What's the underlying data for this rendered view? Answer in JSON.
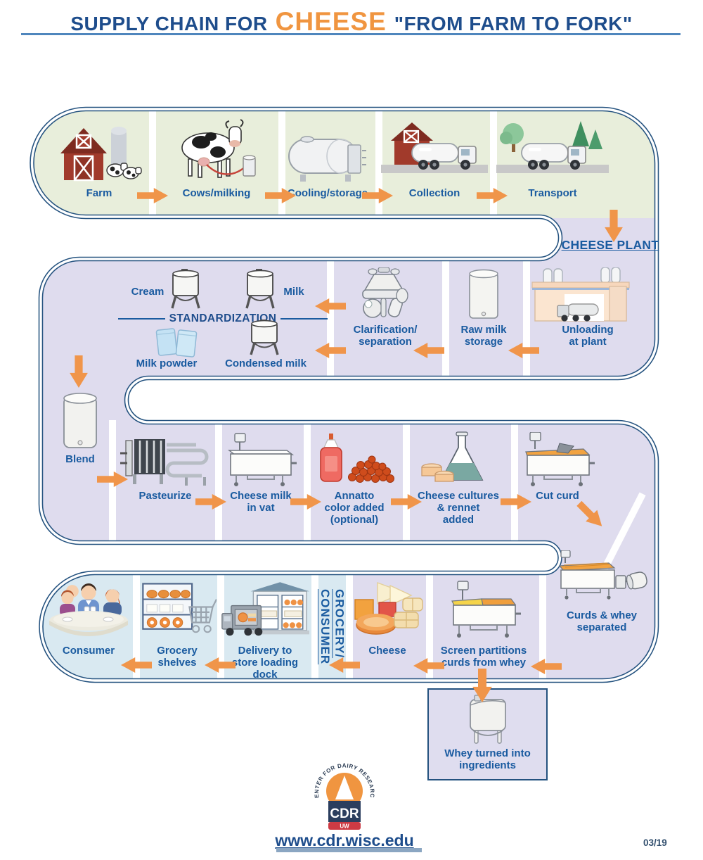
{
  "title": {
    "prefix": "SUPPLY CHAIN FOR",
    "highlight": "CHEESE",
    "suffix": "\"FROM FARM TO FORK\""
  },
  "colors": {
    "title_navy": "#1e4d8c",
    "title_orange": "#f09540",
    "label_blue": "#1a5ba0",
    "border_navy": "#24527f",
    "arrow_orange": "#f0954a",
    "farm_band_green": "#e8eedb",
    "plant_band_lavender": "#dfdcee",
    "grocery_band_blue": "#d9e9f1"
  },
  "chain": {
    "farm_row": {
      "steps": [
        {
          "label": "Farm",
          "icon": "farm-icon"
        },
        {
          "label": "Cows/milking",
          "icon": "cow-milking-icon"
        },
        {
          "label": "Cooling/storage",
          "icon": "cooling-tank-icon"
        },
        {
          "label": "Collection",
          "icon": "collection-truck-icon"
        },
        {
          "label": "Transport",
          "icon": "transport-truck-icon"
        }
      ]
    },
    "cheese_plant_label": "CHEESE PLANT",
    "plant_row": {
      "steps": [
        {
          "label": "Unloading\nat plant",
          "icon": "plant-unloading-icon"
        },
        {
          "label": "Raw milk\nstorage",
          "icon": "storage-silo-icon"
        },
        {
          "label": "Clarification/\nseparation",
          "icon": "separator-icon"
        }
      ]
    },
    "standardization": {
      "title": "STANDARDIZATION",
      "products": [
        {
          "label": "Cream",
          "icon": "cream-tank-icon"
        },
        {
          "label": "Milk",
          "icon": "milk-tank-icon"
        },
        {
          "label": "Milk powder",
          "icon": "milk-powder-icon"
        },
        {
          "label": "Condensed milk",
          "icon": "condensed-milk-tank-icon"
        }
      ]
    },
    "make_row": {
      "steps": [
        {
          "label": "Blend",
          "icon": "blend-tank-icon"
        },
        {
          "label": "Pasteurize",
          "icon": "pasteurizer-icon"
        },
        {
          "label": "Cheese milk\nin vat",
          "icon": "cheese-vat-icon"
        },
        {
          "label": "Annatto\ncolor added\n(optional)",
          "icon": "annatto-icon"
        },
        {
          "label": "Cheese cultures\n& rennet\nadded",
          "icon": "cultures-flask-icon"
        },
        {
          "label": "Cut curd",
          "icon": "cut-curd-vat-icon"
        }
      ]
    },
    "finish_row": {
      "steps": [
        {
          "label": "Curds & whey\nseparated",
          "icon": "curds-whey-machine-icon"
        },
        {
          "label": "Screen partitions\ncurds from whey",
          "icon": "screen-vat-icon"
        },
        {
          "label": "Cheese",
          "icon": "cheese-assortment-icon"
        }
      ]
    },
    "grocery": {
      "vertical_label": "GROCERY/\nCONSUMER",
      "steps": [
        {
          "label": "Delivery to\nstore loading\ndock",
          "icon": "delivery-truck-icon"
        },
        {
          "label": "Grocery\nshelves",
          "icon": "grocery-shelf-icon"
        },
        {
          "label": "Consumer",
          "icon": "consumer-family-icon"
        }
      ]
    },
    "whey_box": {
      "label": "Whey turned into\ningredients",
      "icon": "whey-tank-icon"
    }
  },
  "footer": {
    "url": "www.cdr.wisc.edu",
    "date": "03/19",
    "logo": {
      "org": "CENTER FOR DAIRY RESEARCH",
      "abbr": "CDR",
      "campus": "UW"
    }
  }
}
